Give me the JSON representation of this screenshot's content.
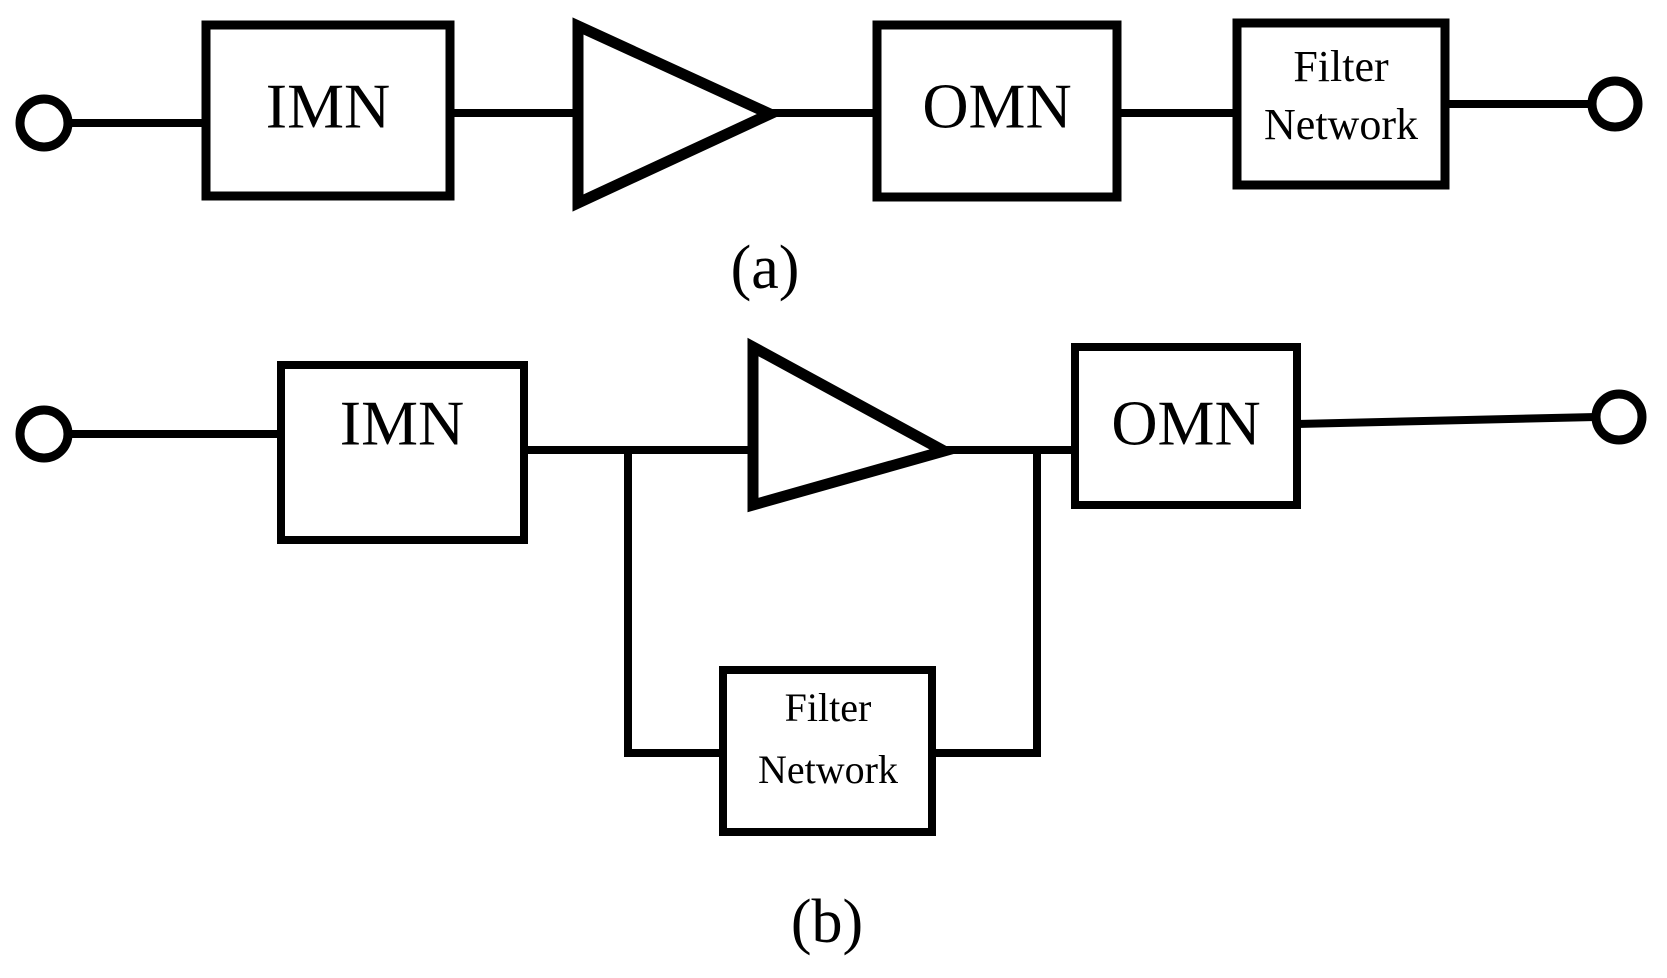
{
  "figure": {
    "title": "Power amplifier block diagrams with filter network placement",
    "background_color": "#ffffff",
    "line_color": "#000000",
    "text_color": "#000000"
  },
  "diagram_a": {
    "caption": "(a)",
    "description": "Cascaded topology: input port, input matching network, amplifier, output matching network, filter network, output port",
    "input_port_label": "",
    "output_port_label": "",
    "blocks": [
      {
        "id": "imn",
        "label": "IMN"
      },
      {
        "id": "amplifier",
        "label": ""
      },
      {
        "id": "omn",
        "label": "OMN"
      },
      {
        "id": "filter",
        "label_line1": "Filter",
        "label_line2": "Network"
      }
    ]
  },
  "diagram_b": {
    "caption": "(b)",
    "description": "Feedback topology: filter network connected in parallel across the amplifier between the IMN output node and the OMN input node",
    "blocks": [
      {
        "id": "imn",
        "label": "IMN"
      },
      {
        "id": "amplifier",
        "label": ""
      },
      {
        "id": "omn",
        "label": "OMN"
      },
      {
        "id": "filter",
        "label_line1": "Filter",
        "label_line2": "Network"
      }
    ]
  }
}
